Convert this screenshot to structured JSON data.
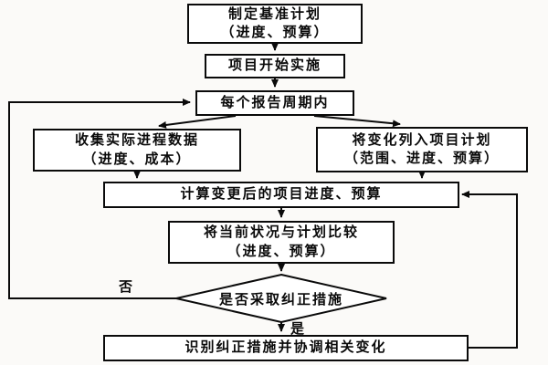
{
  "flowchart": {
    "nodes": {
      "baseline": {
        "line1": "制定基准计划",
        "line2": "（进度、预算）"
      },
      "start": {
        "line1": "项目开始实施"
      },
      "period": {
        "line1": "每个报告周期内"
      },
      "collect": {
        "line1": "收集实际进程数据",
        "line2": "（进度、成本）"
      },
      "changes": {
        "line1": "将变化列入项目计划",
        "line2": "（范围、进度、预算）"
      },
      "calc": {
        "line1": "计算变更后的项目进度、预算"
      },
      "compare": {
        "line1": "将当前状况与计划比较",
        "line2": "（进度、预算）"
      },
      "decision": {
        "line1": "是否采取纠正措施"
      },
      "identify": {
        "line1": "识别纠正措施并协调相关变化"
      }
    },
    "labels": {
      "no": "否",
      "yes": "是"
    },
    "colors": {
      "line": "#0a0a0a",
      "node_fill": "#ffffff",
      "background": "#fbfaf8",
      "text": "#0a0a0a"
    }
  }
}
